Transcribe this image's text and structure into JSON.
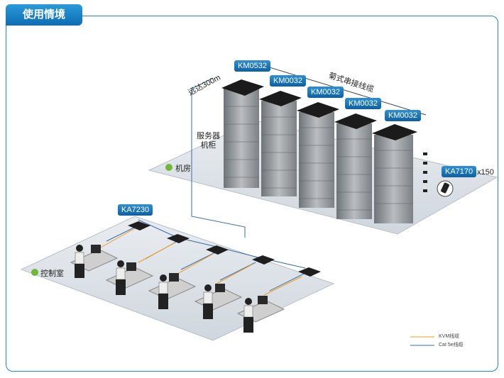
{
  "section_title": "使用情境",
  "labels": {
    "distance": "远达300m",
    "daisy_chain": "菊式串接线缆",
    "server_cabinet": "服务器\n机柜",
    "machine_room": "机房",
    "control_room": "控制室",
    "multiplier": "x150"
  },
  "devices": {
    "main_switch": "KM0532",
    "sub_switches": [
      "KM0032",
      "KM0032",
      "KM0032",
      "KM0032"
    ],
    "adapter": "KA7170",
    "console": "KA7230"
  },
  "legend": [
    {
      "label": "KVM线缆",
      "color": "#f39a1e"
    },
    {
      "label": "Cat 5e线缆",
      "color": "#3a6ea5"
    }
  ],
  "colors": {
    "accent": "#1e88c9",
    "kvm": "#f39a1e",
    "cat5e": "#3a6ea5"
  }
}
